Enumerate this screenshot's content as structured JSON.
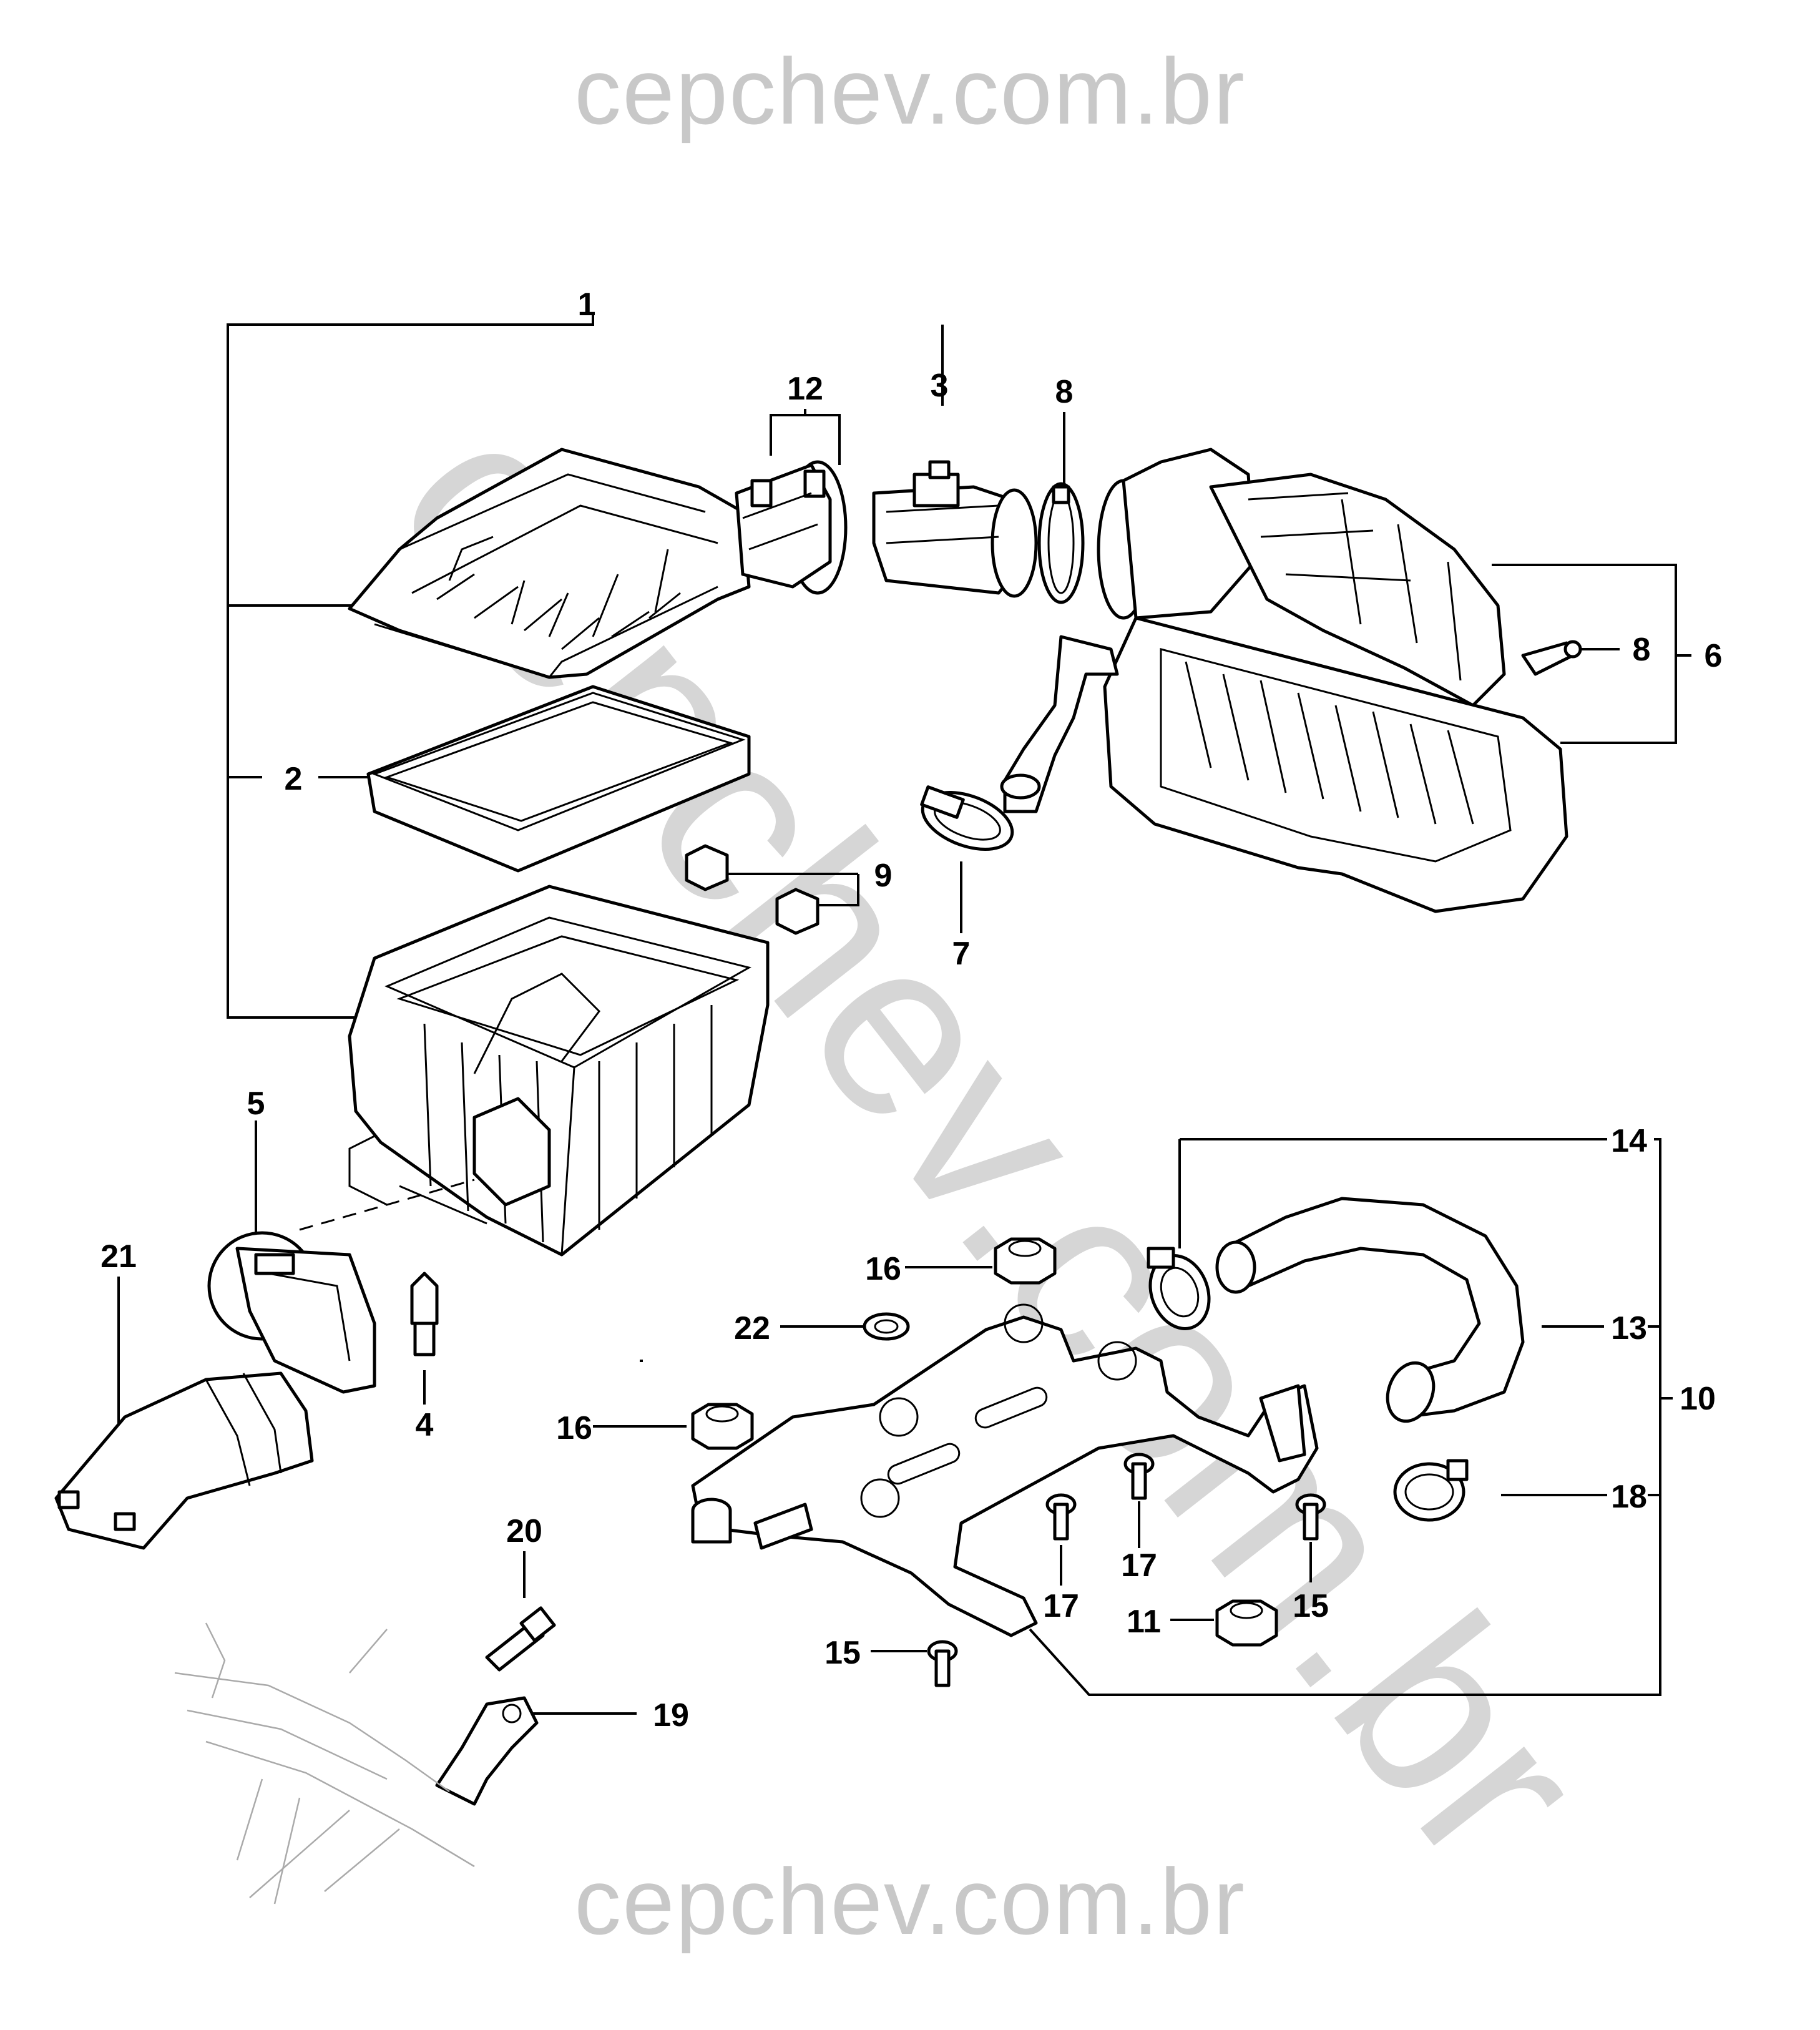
{
  "watermark": {
    "top": "cepchev.com.br",
    "bottom": "cepchev.com.br",
    "diagonal": "cepchev.com.br"
  },
  "callouts": [
    {
      "id": "c1",
      "label": "1"
    },
    {
      "id": "c2",
      "label": "2"
    },
    {
      "id": "c3",
      "label": "3"
    },
    {
      "id": "c4",
      "label": "4"
    },
    {
      "id": "c5",
      "label": "5"
    },
    {
      "id": "c6",
      "label": "6"
    },
    {
      "id": "c7",
      "label": "7"
    },
    {
      "id": "c8a",
      "label": "8"
    },
    {
      "id": "c8b",
      "label": "8"
    },
    {
      "id": "c9",
      "label": "9"
    },
    {
      "id": "c10",
      "label": "10"
    },
    {
      "id": "c11",
      "label": "11"
    },
    {
      "id": "c12",
      "label": "12"
    },
    {
      "id": "c13",
      "label": "13"
    },
    {
      "id": "c14",
      "label": "14"
    },
    {
      "id": "c15a",
      "label": "15"
    },
    {
      "id": "c15b",
      "label": "15"
    },
    {
      "id": "c16a",
      "label": "16"
    },
    {
      "id": "c16b",
      "label": "16"
    },
    {
      "id": "c17a",
      "label": "17"
    },
    {
      "id": "c17b",
      "label": "17"
    },
    {
      "id": "c18",
      "label": "18"
    },
    {
      "id": "c19",
      "label": "19"
    },
    {
      "id": "c20",
      "label": "20"
    },
    {
      "id": "c21",
      "label": "21"
    },
    {
      "id": "c22",
      "label": "22"
    }
  ]
}
